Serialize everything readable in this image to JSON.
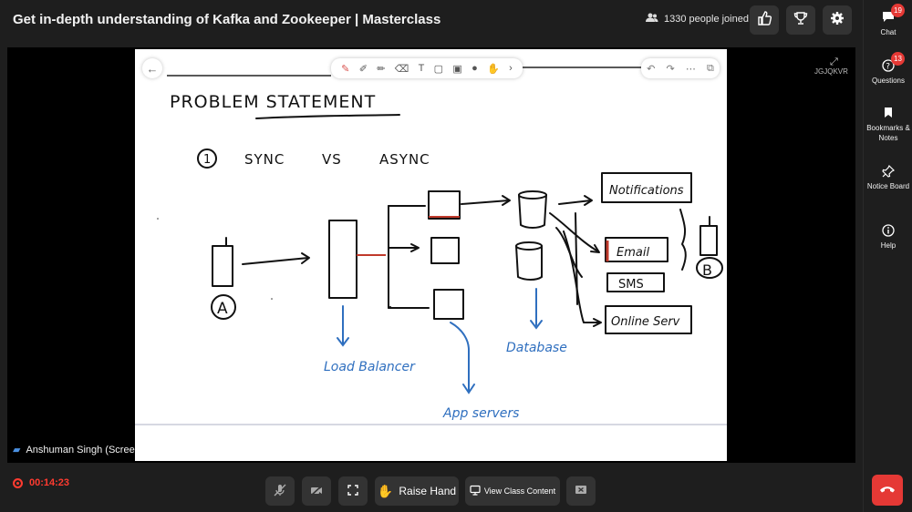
{
  "header": {
    "title": "Get in-depth understanding of Kafka and Zookeeper | Masterclass",
    "people_joined": "1330 people joined"
  },
  "stage": {
    "session_code": "JGJQKVR",
    "speaker_name": "Anshuman Singh (Scree"
  },
  "whiteboard": {
    "heading": "PROBLEM STATEMENT",
    "item_number": "1",
    "sync": "SYNC",
    "vs": "VS",
    "async": "ASYNC",
    "node_a": "A",
    "node_b": "B",
    "notifications": "Notifications",
    "email": "Email",
    "sms": "SMS",
    "online_service": "Online Serv",
    "load_balancer": "Load Balancer",
    "app_servers": "App servers",
    "database": "Database"
  },
  "footer": {
    "recording_time": "00:14:23",
    "raise_hand": "Raise Hand",
    "view_class_content": "View Class Content"
  },
  "sidebar": {
    "chat": {
      "label": "Chat",
      "badge": "19"
    },
    "questions": {
      "label": "Questions",
      "badge": "13"
    },
    "bookmarks": {
      "label": "Bookmarks & Notes"
    },
    "notice_board": {
      "label": "Notice Board"
    },
    "help": {
      "label": "Help"
    }
  },
  "colors": {
    "end_call": "#e53935",
    "recording": "#ff3b30",
    "ink_blue": "#2f6fbf"
  }
}
